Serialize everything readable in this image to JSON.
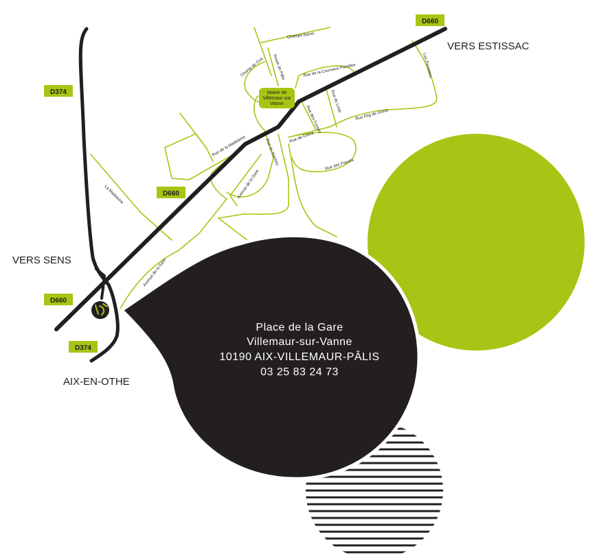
{
  "colors": {
    "accent": "#a9c414",
    "dark": "#231f20",
    "background": "#ffffff"
  },
  "directions": {
    "estissac": "VERS ESTISSAC",
    "sens": "VERS SENS",
    "aix": "AIX-EN-OTHE"
  },
  "road_numbers": {
    "d660_top": "D660",
    "d374_top": "D374",
    "d660_mid": "D660",
    "d660_left": "D660",
    "d374_bottom": "D374"
  },
  "streets": {
    "champs_baron": "Champs Baron",
    "champ_du_coq": "Champ du Coq",
    "route_de_palis": "Route de Pâlis",
    "rue_courvaux": "Rue de la Courvaux Pucelles",
    "les_pernettes": "Les Pernettes",
    "rue_du_loup": "Rue du Loup",
    "rue_fbg_greve": "Rue Fbg de Grève",
    "rue_fossés": "Rue des Fossés",
    "rue_greve": "Rue de Grève",
    "rue_madeleine": "Rue de la Madeleine",
    "rue_martreu": "Rue du Martreu",
    "rue_des_fosses2": "Rue des Fossés",
    "avenue_gare": "Avenue de la Gare",
    "la_madeleine": "La Madeleine",
    "avenue_gare2": "Avenue de la Gare"
  },
  "mairie": {
    "line1": "Mairie de",
    "line2": "Villemaur sur",
    "line3": "Vanne"
  },
  "address": {
    "line1": "Place de la Gare",
    "line2": "Villemaur-sur-Vanne",
    "line3": "10190 AIX-VILLEMAUR-PÂLIS",
    "line4": "03 25 83 24 73"
  },
  "logo_icon": "station-logo-icon"
}
